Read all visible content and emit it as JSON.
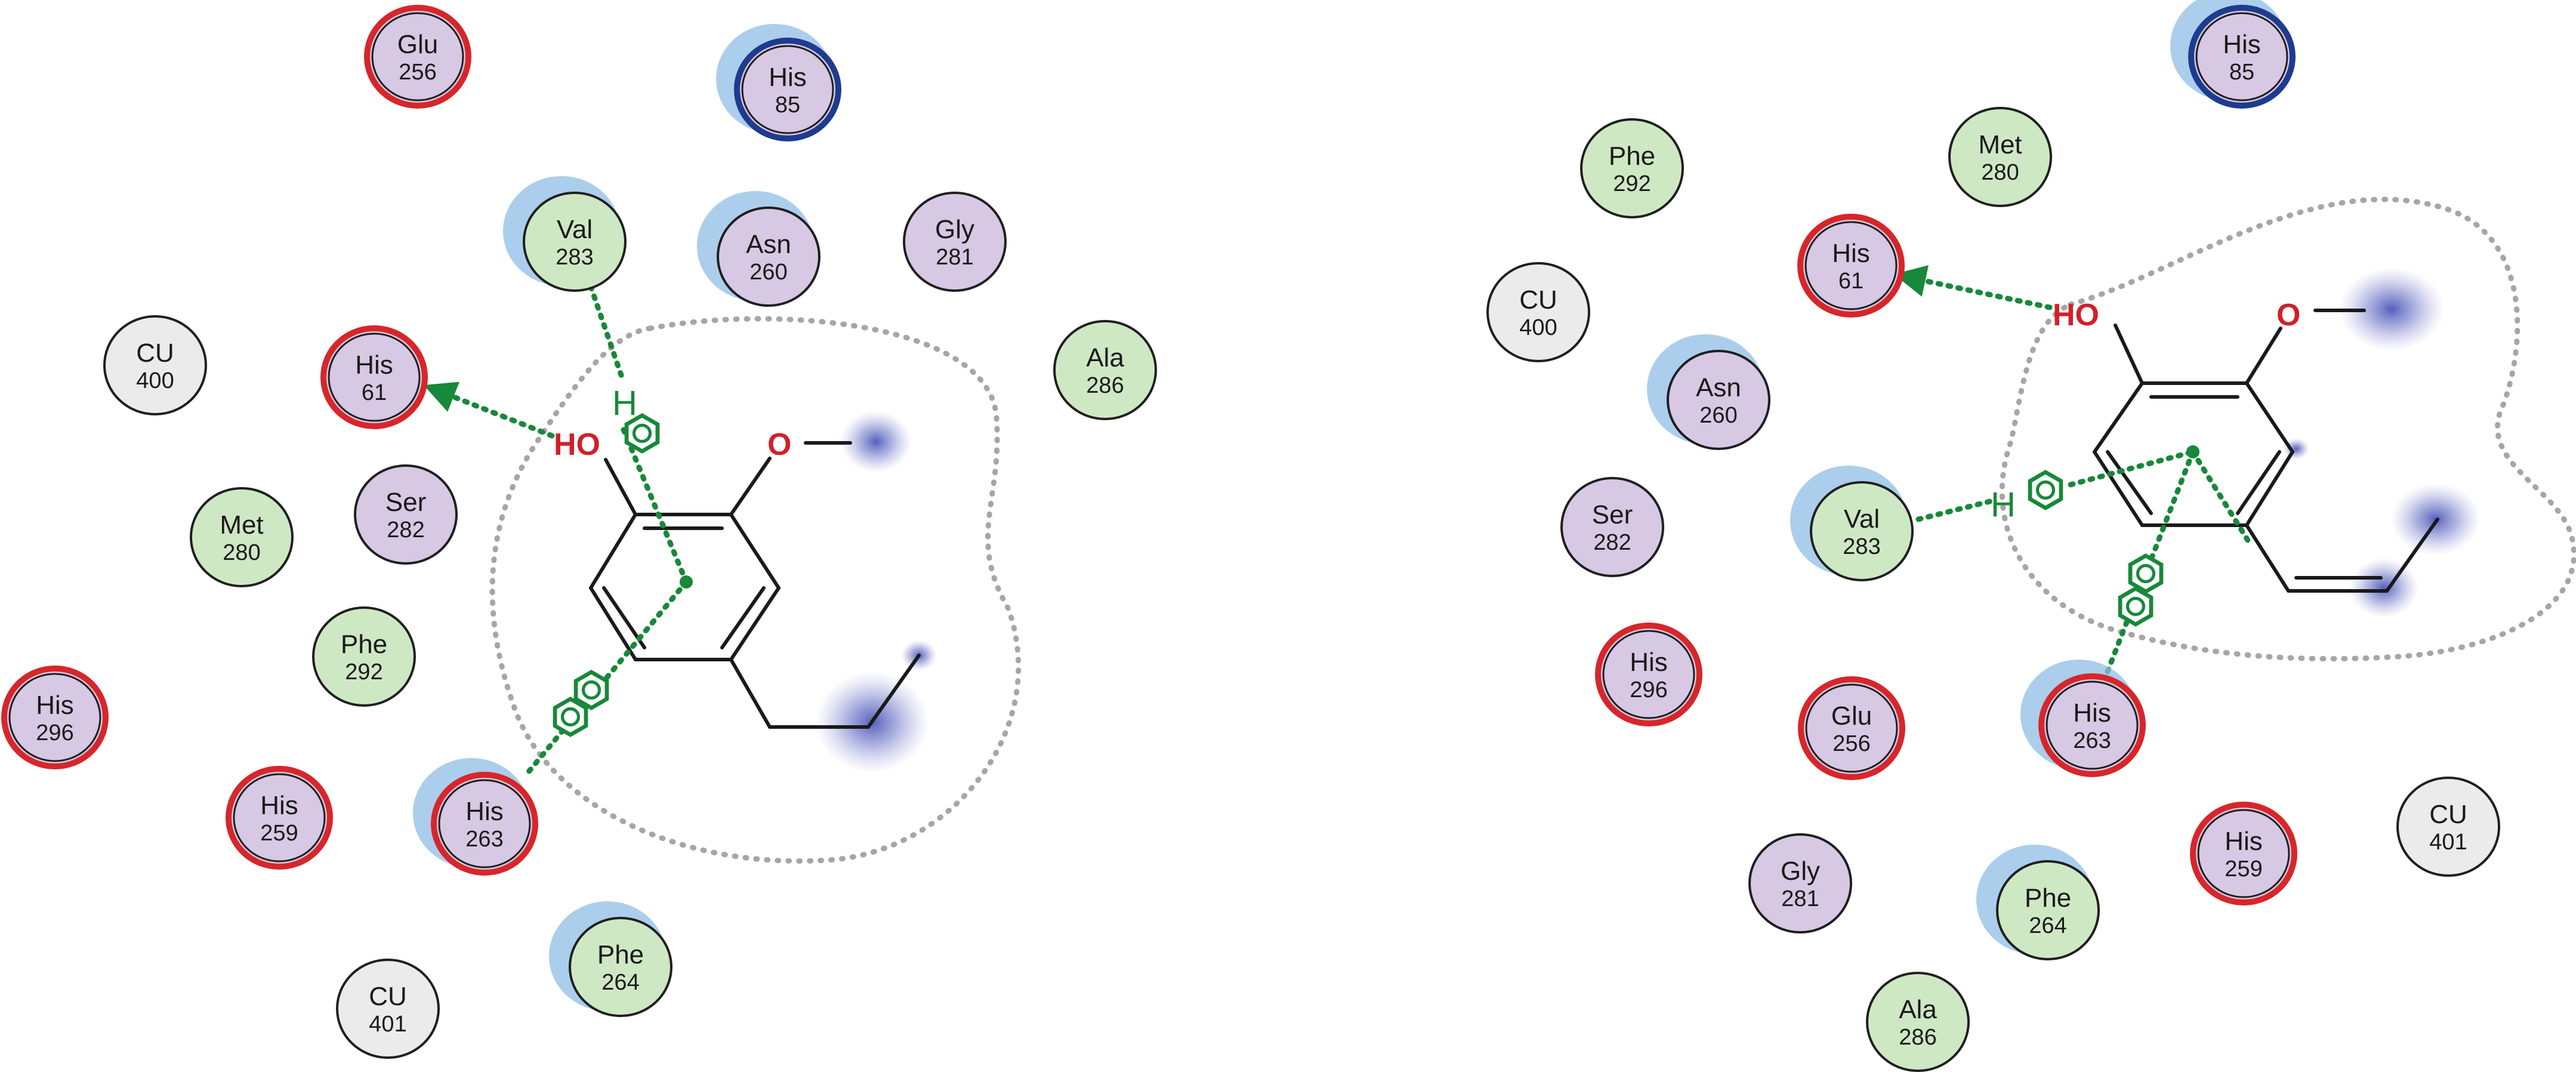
{
  "colors": {
    "polar_fill": "#d7c8e3",
    "hydrophobic_fill": "#cfe8c4",
    "metal_fill": "#ebebeb",
    "acidic_ring": "#d7262b",
    "basic_ring": "#1d3c8f",
    "interaction_green": "#18883a",
    "hbond_oxygen": "#d21f2a",
    "pocket_outline": "#a6a6a6",
    "exposure_blue": "#4b57b7",
    "residue_halo": "#8fbde6"
  },
  "legend_semantics": {
    "hbond_marker": "arrow-icon",
    "pi_marker": "benzene-ring-icon",
    "pi_pi_marker": "double-benzene-ring-icon"
  },
  "panels": [
    {
      "ligand_labels": {
        "hydroxyl": "HO",
        "methoxy_oxygen": "O",
        "h_atom": "H"
      },
      "residues": [
        {
          "name": "Glu",
          "num": "256",
          "type": "polar",
          "ring": "acidic",
          "halo": false
        },
        {
          "name": "His",
          "num": "85",
          "type": "polar",
          "ring": "basic",
          "halo": true
        },
        {
          "name": "Val",
          "num": "283",
          "type": "hydrophobic",
          "ring": "none",
          "halo": true
        },
        {
          "name": "Asn",
          "num": "260",
          "type": "polar",
          "ring": "none",
          "halo": true
        },
        {
          "name": "Gly",
          "num": "281",
          "type": "polar",
          "ring": "none",
          "halo": false
        },
        {
          "name": "Ala",
          "num": "286",
          "type": "hydrophobic",
          "ring": "none",
          "halo": false
        },
        {
          "name": "CU",
          "num": "400",
          "type": "metal",
          "ring": "none",
          "halo": false
        },
        {
          "name": "His",
          "num": "61",
          "type": "polar",
          "ring": "acidic",
          "halo": false
        },
        {
          "name": "Met",
          "num": "280",
          "type": "hydrophobic",
          "ring": "none",
          "halo": false
        },
        {
          "name": "Ser",
          "num": "282",
          "type": "polar",
          "ring": "none",
          "halo": false
        },
        {
          "name": "Phe",
          "num": "292",
          "type": "hydrophobic",
          "ring": "none",
          "halo": false
        },
        {
          "name": "His",
          "num": "296",
          "type": "polar",
          "ring": "acidic",
          "halo": false
        },
        {
          "name": "His",
          "num": "259",
          "type": "polar",
          "ring": "acidic",
          "halo": false
        },
        {
          "name": "His",
          "num": "263",
          "type": "polar",
          "ring": "acidic",
          "halo": true
        },
        {
          "name": "Phe",
          "num": "264",
          "type": "hydrophobic",
          "ring": "none",
          "halo": true
        },
        {
          "name": "CU",
          "num": "401",
          "type": "metal",
          "ring": "none",
          "halo": false
        }
      ]
    },
    {
      "ligand_labels": {
        "hydroxyl": "HO",
        "methoxy_oxygen": "O",
        "h_atom": "H"
      },
      "residues": [
        {
          "name": "His",
          "num": "85",
          "type": "polar",
          "ring": "basic",
          "halo": true
        },
        {
          "name": "Phe",
          "num": "292",
          "type": "hydrophobic",
          "ring": "none",
          "halo": false
        },
        {
          "name": "Met",
          "num": "280",
          "type": "hydrophobic",
          "ring": "none",
          "halo": false
        },
        {
          "name": "His",
          "num": "61",
          "type": "polar",
          "ring": "acidic",
          "halo": false
        },
        {
          "name": "CU",
          "num": "400",
          "type": "metal",
          "ring": "none",
          "halo": false
        },
        {
          "name": "Asn",
          "num": "260",
          "type": "polar",
          "ring": "none",
          "halo": true
        },
        {
          "name": "Ser",
          "num": "282",
          "type": "polar",
          "ring": "none",
          "halo": false
        },
        {
          "name": "Val",
          "num": "283",
          "type": "hydrophobic",
          "ring": "none",
          "halo": true
        },
        {
          "name": "His",
          "num": "296",
          "type": "polar",
          "ring": "acidic",
          "halo": false
        },
        {
          "name": "Glu",
          "num": "256",
          "type": "polar",
          "ring": "acidic",
          "halo": false
        },
        {
          "name": "His",
          "num": "263",
          "type": "polar",
          "ring": "acidic",
          "halo": true
        },
        {
          "name": "CU",
          "num": "401",
          "type": "metal",
          "ring": "none",
          "halo": false
        },
        {
          "name": "His",
          "num": "259",
          "type": "polar",
          "ring": "acidic",
          "halo": false
        },
        {
          "name": "Gly",
          "num": "281",
          "type": "polar",
          "ring": "none",
          "halo": false
        },
        {
          "name": "Phe",
          "num": "264",
          "type": "hydrophobic",
          "ring": "none",
          "halo": true
        },
        {
          "name": "Ala",
          "num": "286",
          "type": "hydrophobic",
          "ring": "none",
          "halo": false
        }
      ]
    }
  ]
}
